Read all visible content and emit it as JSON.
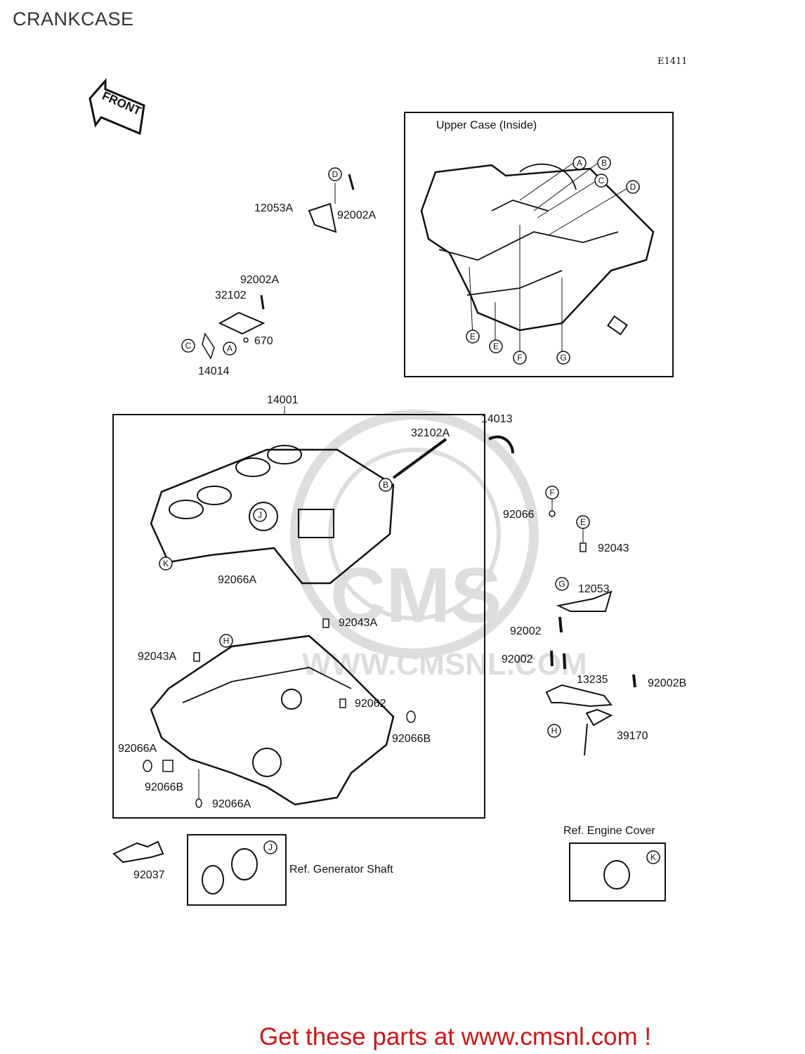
{
  "title": "CRANKCASE",
  "diagram_code": "E1411",
  "front_arrow": "FRONT",
  "watermark": {
    "brand": "CMS",
    "url": "WWW.CMSNL.COM"
  },
  "upper_case_box": {
    "title": "Upper Case (Inside)",
    "markers": [
      "A",
      "B",
      "C",
      "D",
      "E",
      "E",
      "F",
      "G"
    ]
  },
  "parts_top_left": {
    "p12053A": "12053A",
    "p92002A_1": "92002A",
    "p92002A_2": "92002A",
    "p32102": "32102",
    "p670": "670",
    "p14014": "14014",
    "markerD": "D",
    "markerC": "C",
    "markerA": "A"
  },
  "main_box": {
    "p14001": "14001",
    "p32102A": "32102A",
    "p92066A_1": "92066A",
    "p92043A_1": "92043A",
    "p92043A_2": "92043A",
    "p92062": "92062",
    "p92066B_1": "92066B",
    "p92066A_2": "92066A",
    "p92066B_2": "92066B",
    "p92066A_3": "92066A",
    "markerB": "B",
    "markerJ": "J",
    "markerK": "K",
    "markerH": "H"
  },
  "parts_right": {
    "p14013": "14013",
    "p92066": "92066",
    "p92043": "92043",
    "p12053": "12053",
    "p92002_1": "92002",
    "p92002_2": "92002",
    "p13235": "13235",
    "p92002B": "92002B",
    "p39170": "39170",
    "markerF": "F",
    "markerE": "E",
    "markerG": "G",
    "markerH": "H"
  },
  "bottom": {
    "p92037": "92037",
    "generator_ref": "Ref. Generator Shaft",
    "engine_cover_ref": "Ref. Engine Cover",
    "markerJ": "J",
    "markerK": "K"
  },
  "footer": {
    "cta": "Get these parts at www.cmsnl.com !",
    "color": "#d01515"
  }
}
